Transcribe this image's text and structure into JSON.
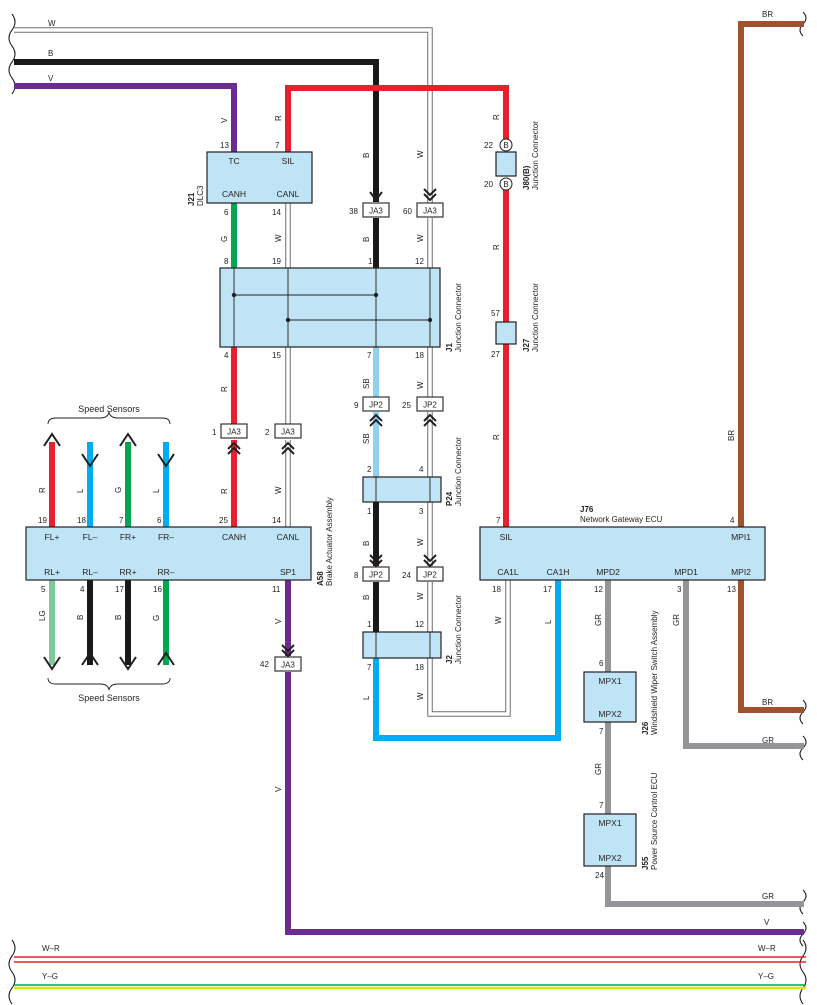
{
  "wire_colors": {
    "W": "#ffffff",
    "B": "#1a1a1a",
    "V": "#6a2c91",
    "R": "#e8202a",
    "BR": "#a0522d",
    "G": "#00a651",
    "L": "#00aeef",
    "SB": "#8fd1ee",
    "LG": "#7cc99a",
    "GR": "#939598",
    "W-R": "#e8202a",
    "Y-G": "#dde600",
    "component_fill": "#bfe4f6"
  },
  "left_buses": [
    {
      "label": "W"
    },
    {
      "label": "B"
    },
    {
      "label": "V"
    }
  ],
  "right_buses": [
    {
      "label": "BR"
    },
    {
      "label": "GR"
    },
    {
      "label": "GR"
    },
    {
      "label": "BR"
    },
    {
      "label": "V"
    }
  ],
  "bottom_buses": [
    {
      "label_left": "W–R",
      "label_right": "W–R"
    },
    {
      "label_left": "Y–G",
      "label_right": "Y–G"
    }
  ],
  "components": {
    "dlc3": {
      "id": "J21",
      "name": "DLC3",
      "pins": [
        {
          "num": "13",
          "label": "TC"
        },
        {
          "num": "7",
          "label": "SIL"
        },
        {
          "num": "6",
          "label": "CANH"
        },
        {
          "num": "14",
          "label": "CANL"
        }
      ]
    },
    "j1": {
      "id": "J1",
      "name": "Junction Connector",
      "pins_top": [
        "8",
        "19",
        "1",
        "12"
      ],
      "pins_bottom": [
        "4",
        "15",
        "7",
        "18"
      ]
    },
    "j80": {
      "id": "J80(B)",
      "name": "Junction Connector",
      "pins": [
        "22",
        "20"
      ],
      "terminal": "B"
    },
    "j27": {
      "id": "J27",
      "name": "Junction Connector",
      "pins": [
        "57",
        "27"
      ]
    },
    "p24": {
      "id": "P24",
      "name": "Junction Connector",
      "pins": [
        "2",
        "4",
        "1",
        "3"
      ]
    },
    "j2": {
      "id": "J2",
      "name": "Junction Connector",
      "pins": [
        "1",
        "12",
        "7",
        "18"
      ]
    },
    "a58": {
      "id": "A58",
      "name": "Brake Actuator Assembly",
      "top_pins": [
        {
          "num": "19",
          "label": "FL+"
        },
        {
          "num": "18",
          "label": "FL–"
        },
        {
          "num": "7",
          "label": "FR+"
        },
        {
          "num": "6",
          "label": "FR–"
        },
        {
          "num": "25",
          "label": "CANH"
        },
        {
          "num": "14",
          "label": "CANL"
        }
      ],
      "bottom_pins": [
        {
          "num": "5",
          "label": "RL+"
        },
        {
          "num": "4",
          "label": "RL–"
        },
        {
          "num": "17",
          "label": "RR+"
        },
        {
          "num": "16",
          "label": "RR–"
        },
        {
          "num": "11",
          "label": "SP1"
        }
      ]
    },
    "j76": {
      "id": "J76",
      "name": "Network Gateway ECU",
      "top_pins": [
        {
          "num": "7",
          "label": "SIL"
        },
        {
          "num": "4",
          "label": "MPI1"
        }
      ],
      "bottom_pins": [
        {
          "num": "18",
          "label": "CA1L"
        },
        {
          "num": "17",
          "label": "CA1H"
        },
        {
          "num": "12",
          "label": "MPD2"
        },
        {
          "num": "3",
          "label": "MPD1"
        },
        {
          "num": "13",
          "label": "MPI2"
        }
      ]
    },
    "j26": {
      "id": "J26",
      "name": "Windshield Wiper Switch Assembly",
      "pins": [
        {
          "num": "6",
          "label": "MPX1"
        },
        {
          "num": "7",
          "label": "MPX2"
        }
      ]
    },
    "j55": {
      "id": "J55",
      "name": "Power Source Control ECU",
      "pins": [
        {
          "num": "7",
          "label": "MPX1"
        },
        {
          "num": "24",
          "label": "MPX2"
        }
      ]
    }
  },
  "junction_blocks": [
    {
      "num": "38",
      "label": "JA3"
    },
    {
      "num": "60",
      "label": "JA3"
    },
    {
      "num": "1",
      "label": "JA3"
    },
    {
      "num": "2",
      "label": "JA3"
    },
    {
      "num": "9",
      "label": "JP2"
    },
    {
      "num": "25",
      "label": "JP2"
    },
    {
      "num": "8",
      "label": "JP2"
    },
    {
      "num": "24",
      "label": "JP2"
    },
    {
      "num": "42",
      "label": "JA3"
    }
  ],
  "sensors": {
    "top_label": "Speed Sensors",
    "bottom_label": "Speed Sensors",
    "top_wires": [
      "R",
      "L",
      "G",
      "L"
    ],
    "bottom_wires": [
      "LG",
      "B",
      "B",
      "G"
    ]
  },
  "wire_labels": {
    "tc": "V",
    "sil7": "R",
    "b_down": "B",
    "w_down": "W",
    "r_right": "R",
    "dlc_canh": "G",
    "dlc_canl": "W",
    "ja3_38": "B",
    "ja3_60": "W",
    "r_j80_j27": "R",
    "j1_4": "R",
    "j1_7": "SB",
    "j1_jp2_sb": "SB",
    "j1_18": "W",
    "canh_a58": "R",
    "canl_a58": "W",
    "r_to_j76": "R",
    "br_vert": "BR",
    "p24_b": "B",
    "p24_w": "W",
    "jp2_b": "B",
    "jp2_w": "W",
    "sp1": "V",
    "sp1_low": "V",
    "j2_l": "L",
    "j2_w": "W",
    "ca1l": "W",
    "ca1h": "L",
    "mpd2": "GR",
    "mpd1": "GR",
    "j26_gr": "GR"
  }
}
